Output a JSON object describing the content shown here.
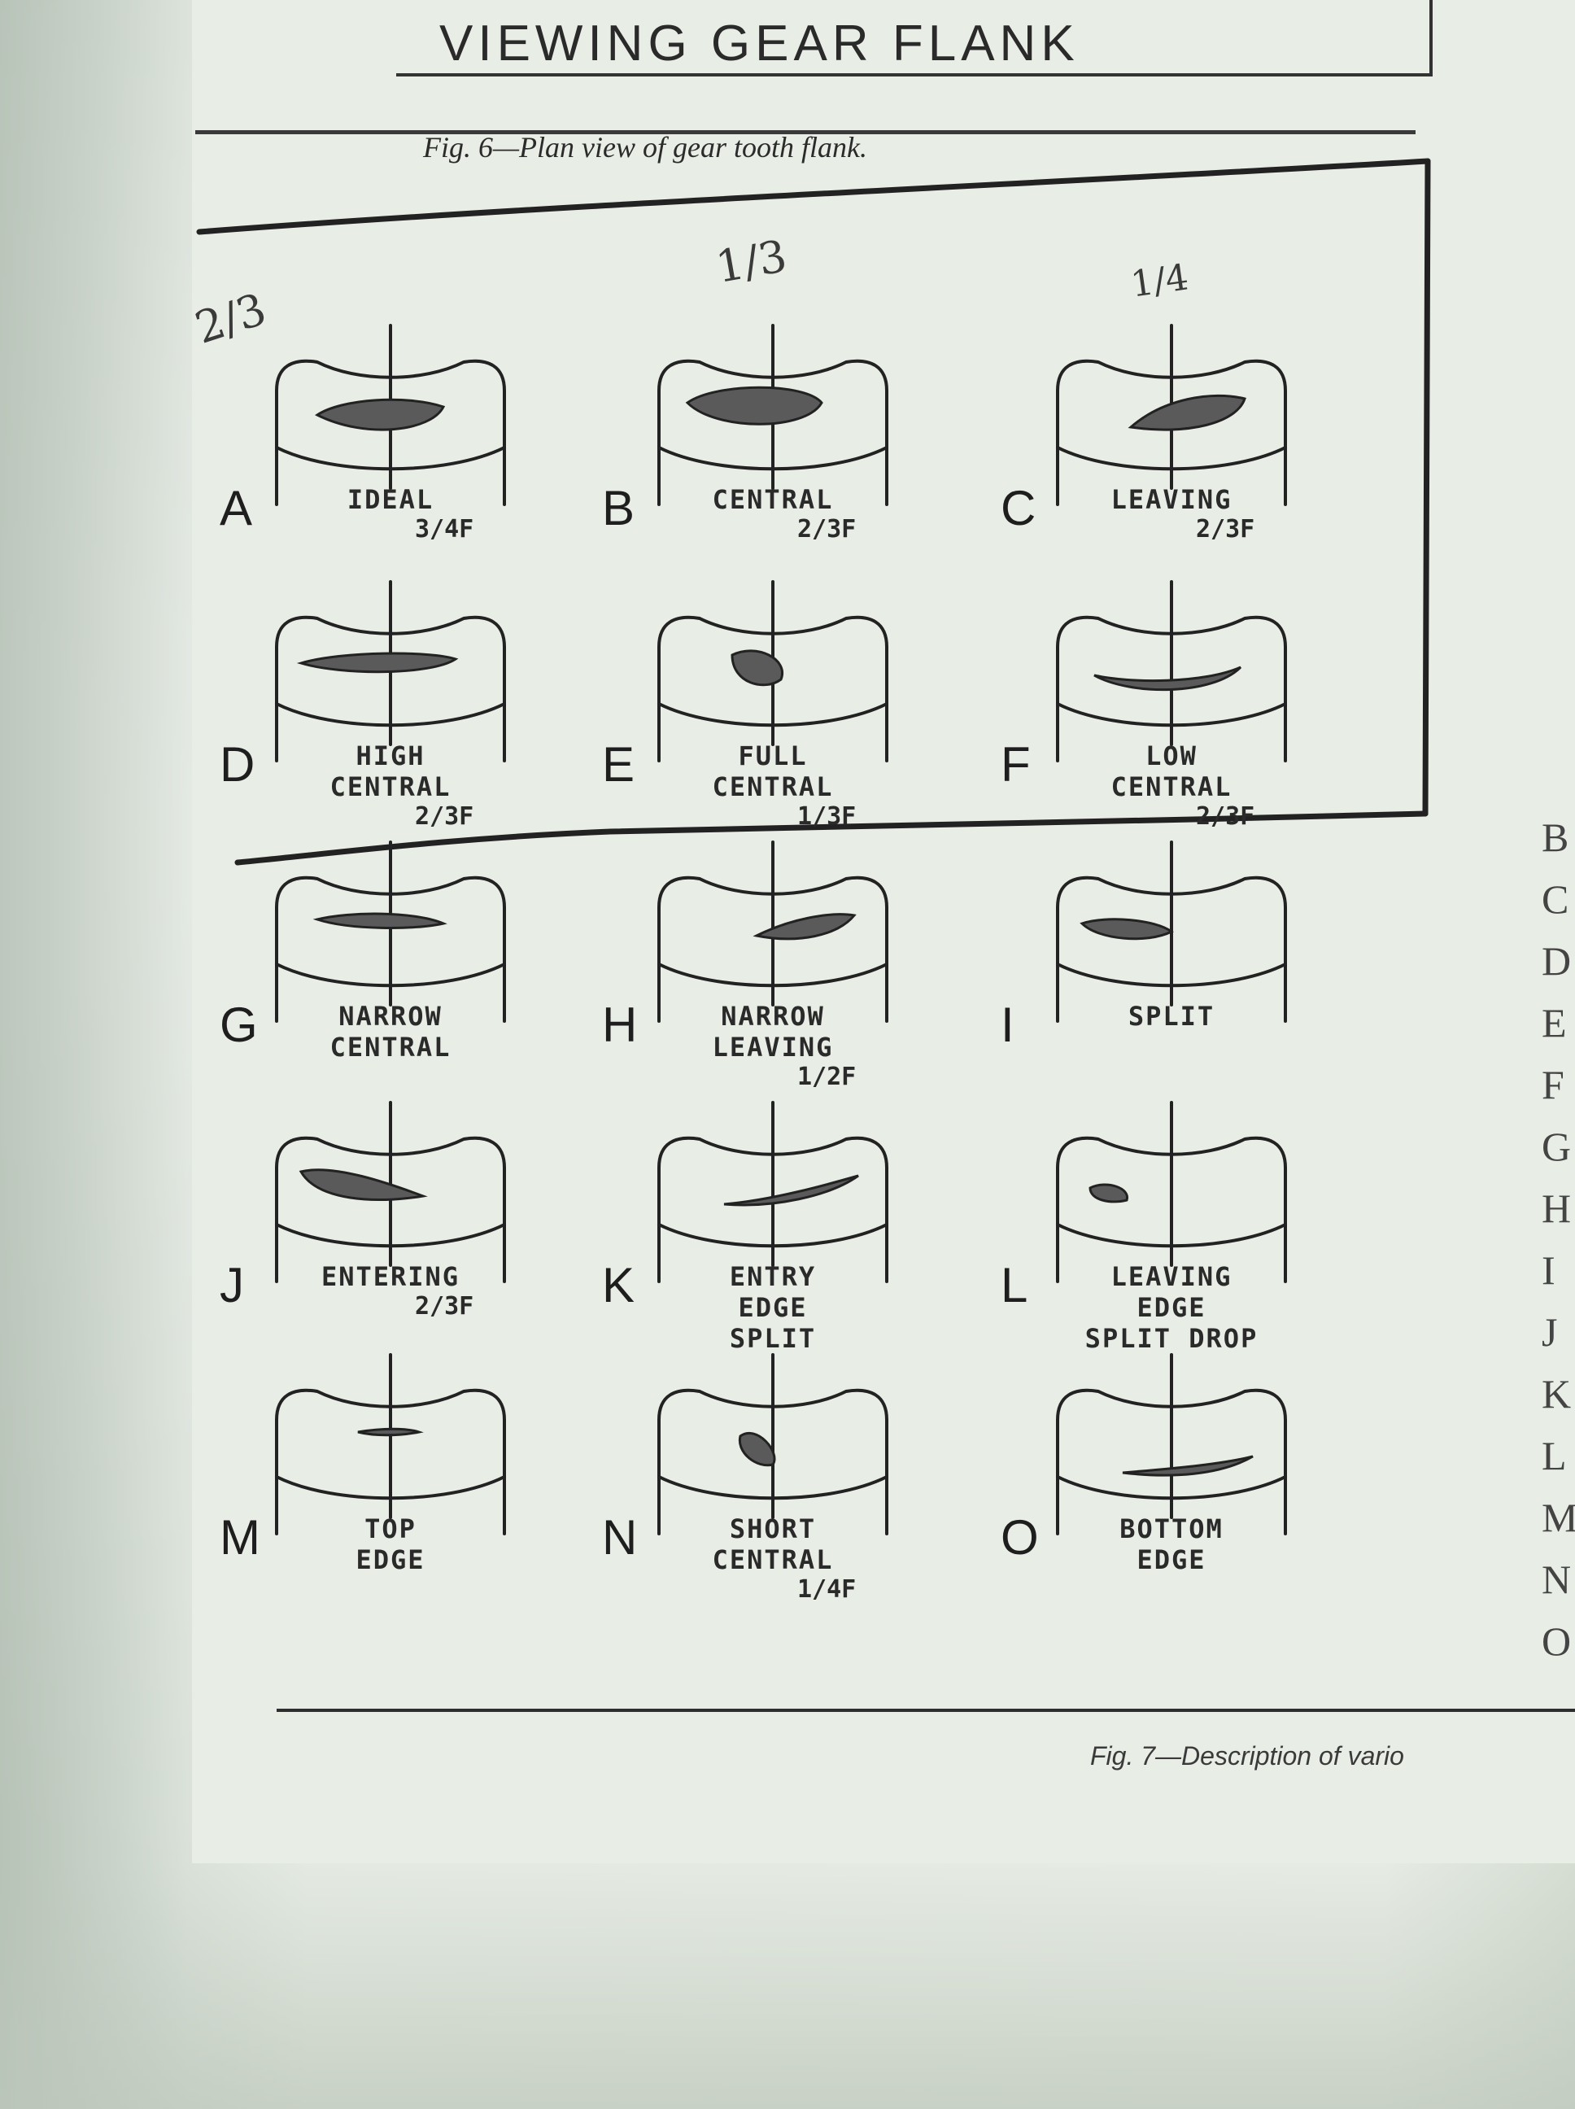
{
  "header": {
    "title": "VIEWING GEAR FLANK"
  },
  "caption": {
    "fig6": "Fig. 6—Plan view of gear tooth flank.",
    "fig7": "Fig. 7—Description of vario"
  },
  "handwriting": {
    "a_fraction": "2/3",
    "b_fraction": "1/3",
    "c_fraction": "1/4"
  },
  "right_margin_letters": [
    "B",
    "C",
    "D",
    "E",
    "F",
    "G",
    "H",
    "I",
    "J",
    "K",
    "L",
    "M",
    "N",
    "O"
  ],
  "panels": [
    {
      "id": "A",
      "lines": [
        "IDEAL"
      ],
      "fraction": "3/4F"
    },
    {
      "id": "B",
      "lines": [
        "CENTRAL"
      ],
      "fraction": "2/3F"
    },
    {
      "id": "C",
      "lines": [
        "LEAVING"
      ],
      "fraction": "2/3F"
    },
    {
      "id": "D",
      "lines": [
        "HIGH",
        "CENTRAL"
      ],
      "fraction": "2/3F"
    },
    {
      "id": "E",
      "lines": [
        "FULL",
        "CENTRAL"
      ],
      "fraction": "1/3F"
    },
    {
      "id": "F",
      "lines": [
        "LOW",
        "CENTRAL"
      ],
      "fraction": "2/3F"
    },
    {
      "id": "G",
      "lines": [
        "NARROW",
        "CENTRAL"
      ],
      "fraction": ""
    },
    {
      "id": "H",
      "lines": [
        "NARROW",
        "LEAVING"
      ],
      "fraction": "1/2F"
    },
    {
      "id": "I",
      "lines": [
        "SPLIT"
      ],
      "fraction": ""
    },
    {
      "id": "J",
      "lines": [
        "ENTERING"
      ],
      "fraction": "2/3F"
    },
    {
      "id": "K",
      "lines": [
        "ENTRY",
        "EDGE",
        "SPLIT"
      ],
      "fraction": ""
    },
    {
      "id": "L",
      "lines": [
        "LEAVING",
        "EDGE",
        "SPLIT DROP"
      ],
      "fraction": ""
    },
    {
      "id": "M",
      "lines": [
        "TOP",
        "EDGE"
      ],
      "fraction": ""
    },
    {
      "id": "N",
      "lines": [
        "SHORT",
        "CENTRAL"
      ],
      "fraction": "1/4F"
    },
    {
      "id": "O",
      "lines": [
        "BOTTOM",
        "EDGE"
      ],
      "fraction": ""
    }
  ]
}
